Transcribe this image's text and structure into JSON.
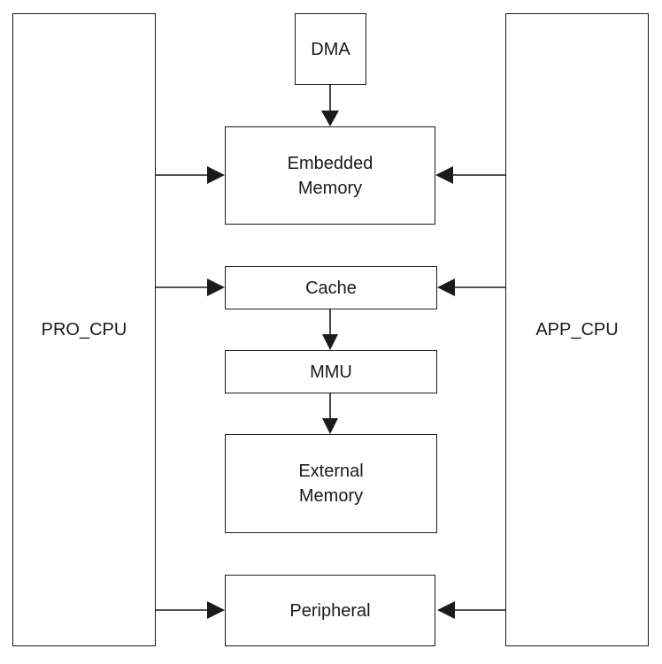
{
  "diagram": {
    "nodes": {
      "pro_cpu": "PRO_CPU",
      "app_cpu": "APP_CPU",
      "dma": "DMA",
      "embedded_memory": "Embedded\nMemory",
      "cache": "Cache",
      "mmu": "MMU",
      "external_memory": "External\nMemory",
      "peripheral": "Peripheral"
    },
    "edges": [
      {
        "from": "DMA",
        "to": "Embedded Memory"
      },
      {
        "from": "PRO_CPU",
        "to": "Embedded Memory"
      },
      {
        "from": "APP_CPU",
        "to": "Embedded Memory"
      },
      {
        "from": "PRO_CPU",
        "to": "Cache"
      },
      {
        "from": "APP_CPU",
        "to": "Cache"
      },
      {
        "from": "Cache",
        "to": "MMU"
      },
      {
        "from": "MMU",
        "to": "External Memory"
      },
      {
        "from": "PRO_CPU",
        "to": "Peripheral"
      },
      {
        "from": "APP_CPU",
        "to": "Peripheral"
      }
    ]
  }
}
